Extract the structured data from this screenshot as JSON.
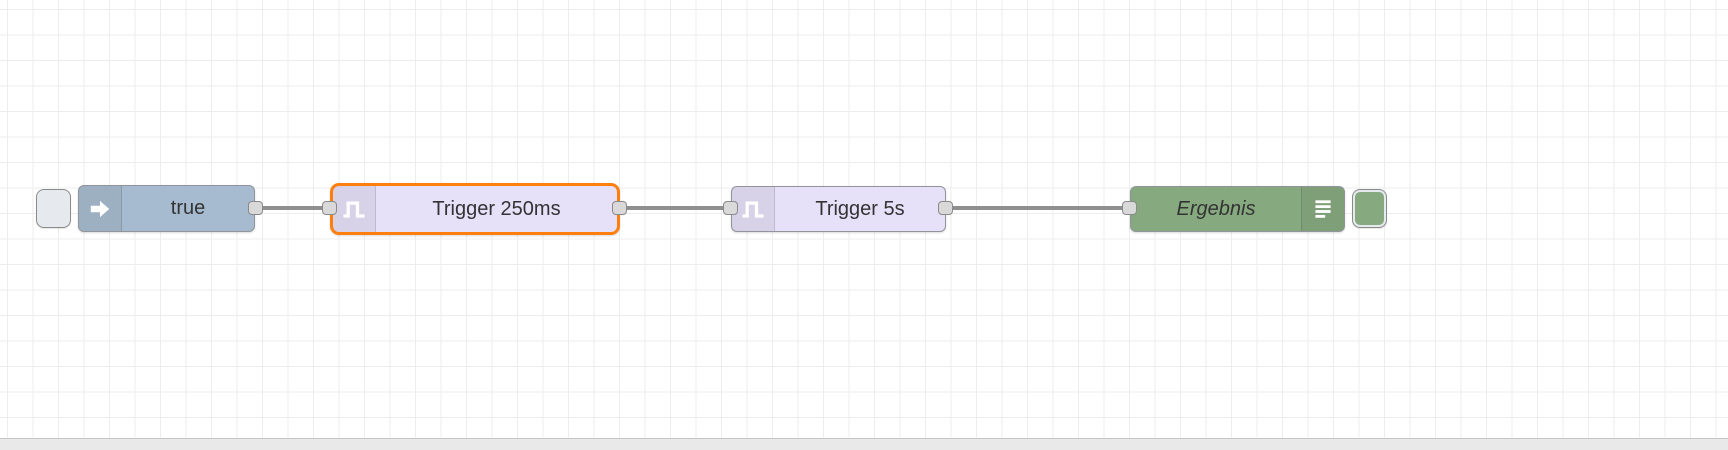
{
  "workspace": {
    "background": "#ffffff",
    "grid_color": "#ededed",
    "wire_color": "#8f8f8f",
    "port_color": "#d9d9d9",
    "port_border_color": "#8a8a8a",
    "selection_color": "#ff7f0e"
  },
  "nodes": [
    {
      "type": "inject",
      "label": "true",
      "color": "#a6bbcf",
      "icon": "inject-arrow-icon",
      "selected": false,
      "has_button": "left"
    },
    {
      "type": "trigger",
      "label": "Trigger 250ms",
      "color": "#e6e0f8",
      "icon": "pulse-icon",
      "selected": true
    },
    {
      "type": "trigger",
      "label": "Trigger 5s",
      "color": "#e6e0f8",
      "icon": "pulse-icon",
      "selected": false
    },
    {
      "type": "debug",
      "label": "Ergebnis",
      "color": "#87a980",
      "icon": "debug-list-icon",
      "selected": false,
      "has_button": "right",
      "button_color": "#87a980"
    }
  ],
  "wires": [
    {
      "from": "true",
      "to": "Trigger 250ms"
    },
    {
      "from": "Trigger 250ms",
      "to": "Trigger 5s"
    },
    {
      "from": "Trigger 5s",
      "to": "Ergebnis"
    }
  ]
}
